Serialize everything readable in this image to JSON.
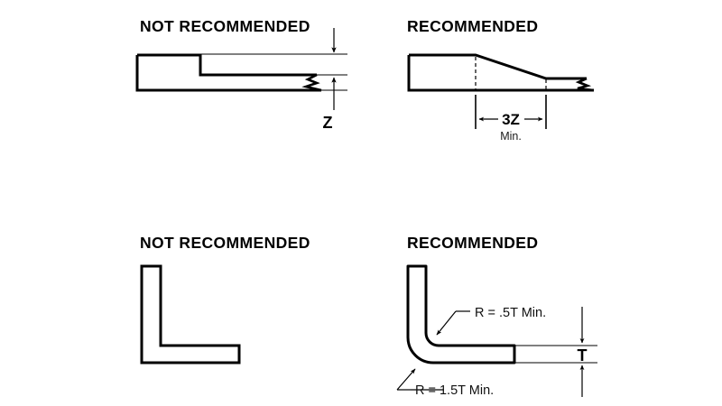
{
  "document": {
    "type": "engineering-guideline-diagram",
    "background_color": "#ffffff",
    "line_color": "#000000"
  },
  "panels": {
    "top_left": {
      "heading": "NOT RECOMMENDED",
      "subject": "stepped-flange-abrupt-transition",
      "dimension_label": "Z",
      "description": "Abrupt step in sheet metal flange"
    },
    "top_right": {
      "heading": "RECOMMENDED",
      "subject": "stepped-flange-tapered-transition",
      "dimension_label": "3Z",
      "dimension_note": "Min.",
      "description": "Gradual tapered step in sheet metal flange"
    },
    "bottom_left": {
      "heading": "NOT RECOMMENDED",
      "subject": "sharp-corner-bend",
      "description": "Angle bracket with sharp square corners"
    },
    "bottom_right": {
      "heading": "RECOMMENDED",
      "subject": "radiused-corner-bend",
      "callout_inner": "R = .5T Min.",
      "callout_outer": "R = 1.5T Min.",
      "thickness_label": "T",
      "description": "Angle bracket with radiused inner and outer corners"
    }
  }
}
